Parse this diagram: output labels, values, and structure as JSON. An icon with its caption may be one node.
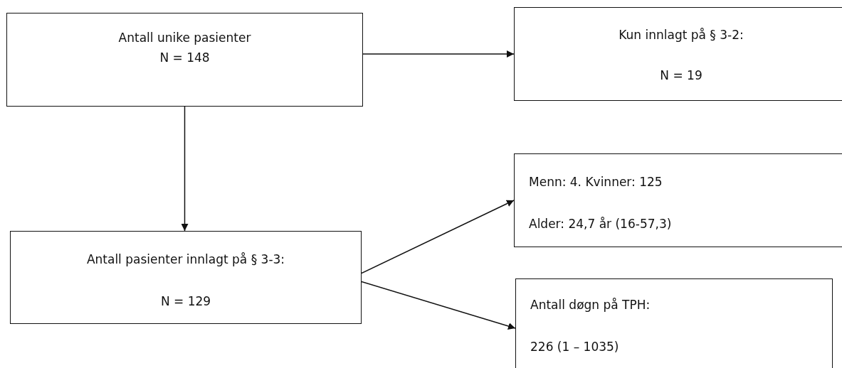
{
  "diagram": {
    "nodes": [
      {
        "text": [
          "Antall unike pasienter",
          "N = 148"
        ]
      },
      {
        "text": [
          "Kun innlagt på § 3-2:",
          "N = 19"
        ]
      },
      {
        "text": [
          "Menn: 4. Kvinner: 125",
          "Alder: 24,7 år (16-57,3)"
        ]
      },
      {
        "text": [
          "Antall pasienter innlagt på § 3-3:",
          "N = 129"
        ]
      },
      {
        "text": [
          "Antall døgn på TPH:",
          "226 (1 – 1035)"
        ]
      }
    ],
    "edges": [
      {
        "from": 0,
        "to": 1,
        "arrow": "to"
      },
      {
        "from": 0,
        "to": 3,
        "arrow": "to"
      },
      {
        "from": 3,
        "to": 2,
        "arrow": "to"
      },
      {
        "from": 3,
        "to": 4,
        "arrow": "to"
      }
    ]
  }
}
